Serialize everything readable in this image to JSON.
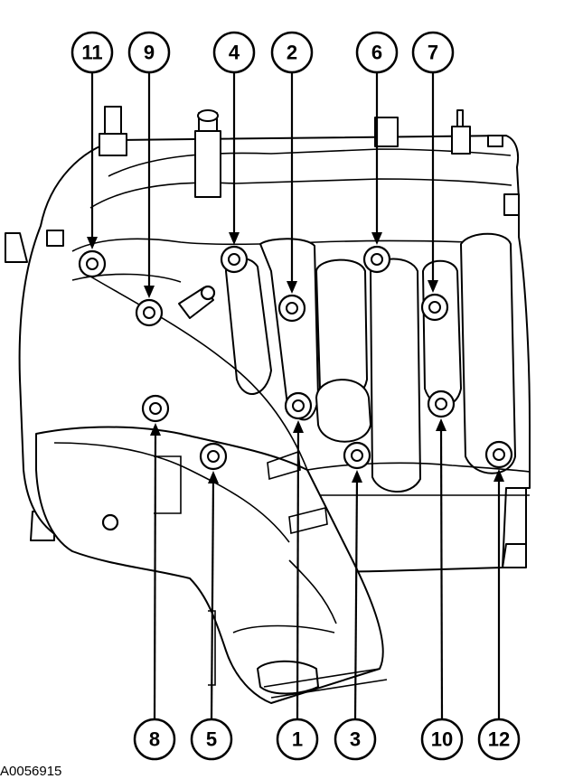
{
  "figure_id": "A0056915",
  "callouts": [
    {
      "number": "11"
    },
    {
      "number": "9"
    },
    {
      "number": "4"
    },
    {
      "number": "2"
    },
    {
      "number": "6"
    },
    {
      "number": "7"
    },
    {
      "number": "8"
    },
    {
      "number": "5"
    },
    {
      "number": "1"
    },
    {
      "number": "3"
    },
    {
      "number": "10"
    },
    {
      "number": "12"
    }
  ]
}
